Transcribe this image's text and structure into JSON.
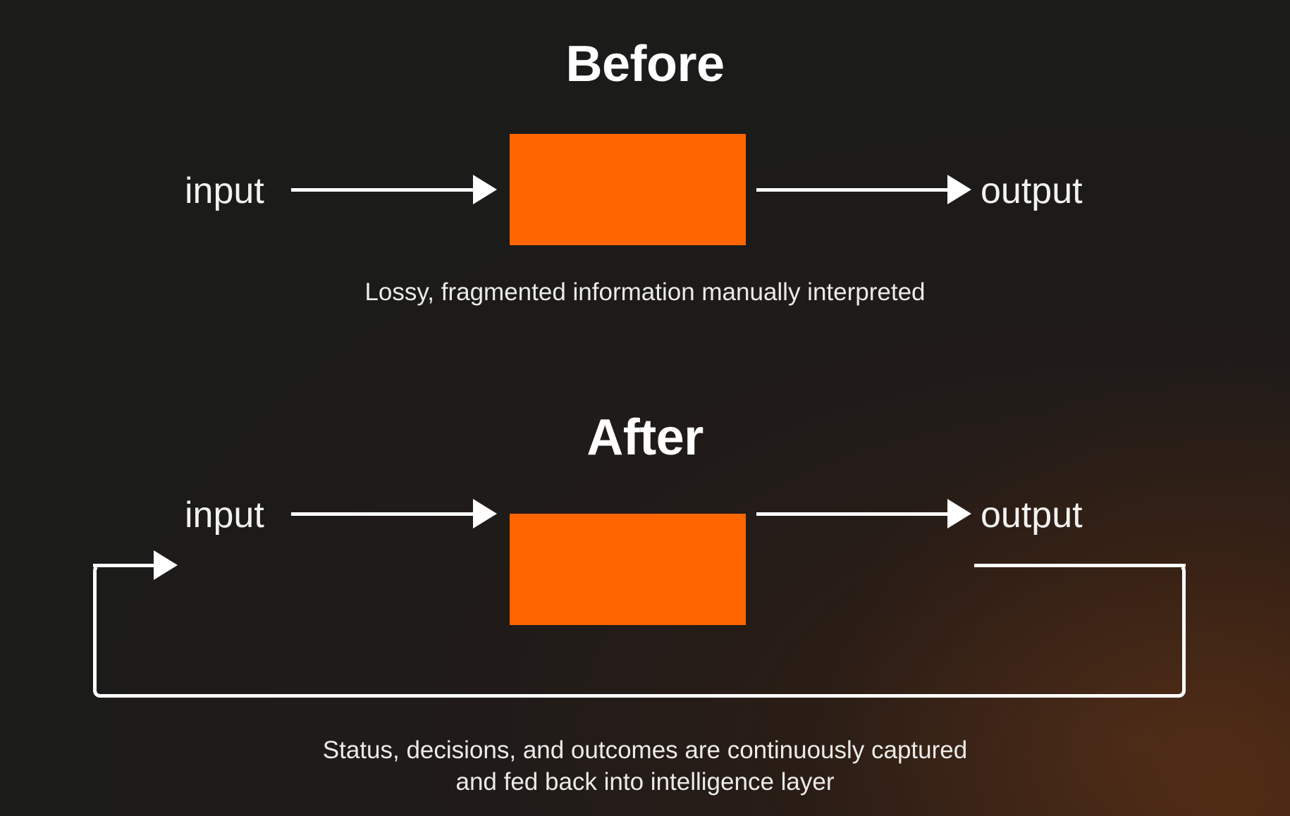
{
  "theme": {
    "background": "#1b1b1a",
    "glow": "#ff6600",
    "accent": "#ff6600",
    "text": "#ffffff",
    "line": "#ffffff"
  },
  "sections": {
    "before": {
      "title": "Before",
      "input_label": "input",
      "output_label": "output",
      "process_box": "",
      "arrow_in": "arrow-right",
      "arrow_out": "arrow-right",
      "caption": "Lossy, fragmented information manually interpreted"
    },
    "after": {
      "title": "After",
      "input_label": "input",
      "output_label": "output",
      "process_box": "",
      "arrow_in": "arrow-right",
      "arrow_out": "arrow-right",
      "feedback_loop": "feedback-arrow-left",
      "caption_line_1": "Status, decisions, and outcomes are continuously captured",
      "caption_line_2": "and fed back into intelligence layer"
    }
  }
}
